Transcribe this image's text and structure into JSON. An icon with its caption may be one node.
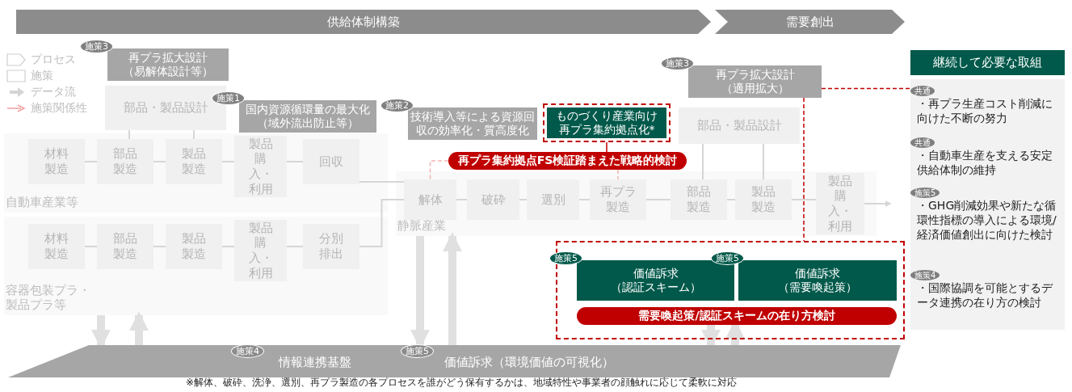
{
  "diagram": {
    "nodes": [
      {
        "text": [
          "供給体制構築"
        ]
      },
      {
        "text": [
          "需要創出"
        ]
      },
      {
        "text": [
          "施策3",
          "再プラ拡大設計（易解体設計等）"
        ]
      },
      {
        "text": [
          "部品・製品設計"
        ]
      },
      {
        "text": [
          "施策1",
          "国内資源循環量の最大化（域外流出防止等）"
        ]
      },
      {
        "text": [
          "施策2",
          "技術導入等による資源回収の効率化・質高度化"
        ]
      },
      {
        "text": [
          "ものづくり産業向け再プラ集約拠点化*"
        ]
      },
      {
        "text": [
          "施策3",
          "再プラ拡大設計（適用拡大）"
        ]
      },
      {
        "text": [
          "再プラ集約拠点FS検証踏まえた戦略的検討"
        ]
      },
      {
        "text": [
          "部品・製品設計"
        ]
      },
      {
        "text": [
          "自動車産業等"
        ]
      },
      {
        "text": [
          "材料製造"
        ],
        "in": 10
      },
      {
        "text": [
          "部品製造"
        ],
        "in": 10
      },
      {
        "text": [
          "製品製造"
        ],
        "in": 10
      },
      {
        "text": [
          "製品購入・利用"
        ],
        "in": 10
      },
      {
        "text": [
          "回収"
        ],
        "in": 10
      },
      {
        "text": [
          "容器包装プラ・製品プラ等"
        ]
      },
      {
        "text": [
          "材料製造"
        ],
        "in": 16
      },
      {
        "text": [
          "部品製造"
        ],
        "in": 16
      },
      {
        "text": [
          "製品製造"
        ],
        "in": 16
      },
      {
        "text": [
          "製品購入・利用"
        ],
        "in": 16
      },
      {
        "text": [
          "分別排出"
        ],
        "in": 16
      },
      {
        "text": [
          "静脈産業"
        ]
      },
      {
        "text": [
          "解体"
        ],
        "in": 22
      },
      {
        "text": [
          "破砕"
        ],
        "in": 22
      },
      {
        "text": [
          "選別"
        ],
        "in": 22
      },
      {
        "text": [
          "再プラ製造"
        ],
        "in": 22
      },
      {
        "text": [
          "部品製造"
        ],
        "in": 22
      },
      {
        "text": [
          "製品製造"
        ],
        "in": 22
      },
      {
        "text": [
          "製品購入・利用"
        ],
        "in": 22
      },
      {
        "text": [],
        "shape": "box"
      },
      {
        "text": [
          "施策5",
          "価値訴求（認証スキーム）"
        ],
        "in": 30
      },
      {
        "text": [
          "施策5",
          "価値訴求（需要喚起策）"
        ],
        "in": 30
      },
      {
        "text": [
          "需要喚起策/認証スキームの在り方検討"
        ],
        "in": 30
      },
      {
        "text": [
          "継続して必要な取組"
        ]
      },
      {
        "text": [],
        "shape": "box"
      },
      {
        "text": [
          "共通",
          "・再プラ生産コスト削減に向けた不断の努力"
        ],
        "in": 35
      },
      {
        "text": [
          "共通",
          "・自動車生産を支える安定供給体制の維持"
        ],
        "in": 35
      },
      {
        "text": [
          "施策5",
          "・GHG削減効果や新たな循環性指標の導入による環境/経済価値創出に向けた検討"
        ],
        "in": 35
      },
      {
        "text": [
          "施策4",
          "・国際協調を可能とするデータ連携の在り方の検討"
        ],
        "in": 35
      },
      {
        "text": [],
        "shape": "bar"
      },
      {
        "text": [
          "施策4",
          "情報連携基盤"
        ],
        "in": 40
      },
      {
        "text": [
          "施策5",
          "価値訴求（環境価値の可視化）"
        ],
        "in": 40
      }
    ],
    "edges": [
      {
        "from": 11,
        "to": 12,
        "arrow": "none"
      },
      {
        "from": 12,
        "to": 13,
        "arrow": "none"
      },
      {
        "from": 13,
        "to": 14,
        "arrow": "none"
      },
      {
        "from": 14,
        "to": 15,
        "arrow": "none"
      },
      {
        "from": 17,
        "to": 18,
        "arrow": "none"
      },
      {
        "from": 18,
        "to": 19,
        "arrow": "none"
      },
      {
        "from": 19,
        "to": 20,
        "arrow": "none"
      },
      {
        "from": 20,
        "to": 21,
        "arrow": "none"
      },
      {
        "from": 3,
        "to": 12,
        "arrow": "none"
      },
      {
        "from": 3,
        "to": 13,
        "arrow": "none"
      },
      {
        "from": 15,
        "to": 23,
        "arrow": "none"
      },
      {
        "from": 21,
        "to": 23,
        "arrow": "none"
      },
      {
        "from": 23,
        "to": 24,
        "arrow": "none"
      },
      {
        "from": 24,
        "to": 25,
        "arrow": "none"
      },
      {
        "from": 25,
        "to": 26,
        "arrow": "none"
      },
      {
        "from": 26,
        "to": 27,
        "arrow": "none"
      },
      {
        "from": 27,
        "to": 28,
        "arrow": "none"
      },
      {
        "from": 28,
        "to": 29,
        "arrow": "none"
      },
      {
        "from": 29,
        "to": null,
        "arrow": "to"
      },
      {
        "from": 9,
        "to": 27,
        "arrow": "none"
      },
      {
        "from": 9,
        "to": 28,
        "arrow": "none"
      },
      {
        "from": 6,
        "to": 8,
        "arrow": "none",
        "color": "#c00000"
      },
      {
        "from": 8,
        "to": 23,
        "arrow": "none",
        "style": "dashed",
        "color": "#f4b4b4"
      },
      {
        "from": 8,
        "to": 26,
        "arrow": "none",
        "style": "dashed",
        "color": "#f4b4b4"
      },
      {
        "from": 7,
        "to": 30,
        "arrow": "none",
        "style": "dashed",
        "color": "#c00000"
      },
      {
        "from": 7,
        "to": 35,
        "arrow": "none",
        "style": "dashed",
        "color": "#c00000"
      },
      {
        "from": 16,
        "to": 40,
        "arrow": "to",
        "style": "thick"
      },
      {
        "from": 40,
        "to": 16,
        "arrow": "to",
        "style": "thick"
      },
      {
        "from": 22,
        "to": 40,
        "arrow": "to",
        "style": "thick"
      },
      {
        "from": 40,
        "to": 22,
        "arrow": "to",
        "style": "thick"
      },
      {
        "from": 33,
        "to": 40,
        "arrow": "to",
        "style": "thick"
      },
      {
        "from": 40,
        "to": 33,
        "arrow": "to",
        "style": "thick"
      }
    ],
    "labels": [
      "※解体、破砕、洗浄、選別、再プラ製造の各プロセスを誰がどう保有するかは、地域特性や事業者の顔触れに応じて柔軟に対応"
    ],
    "legend": [
      {
        "text": "プロセス"
      },
      {
        "text": "施策"
      },
      {
        "text": "データ流"
      },
      {
        "text": "施策関係性"
      }
    ]
  }
}
